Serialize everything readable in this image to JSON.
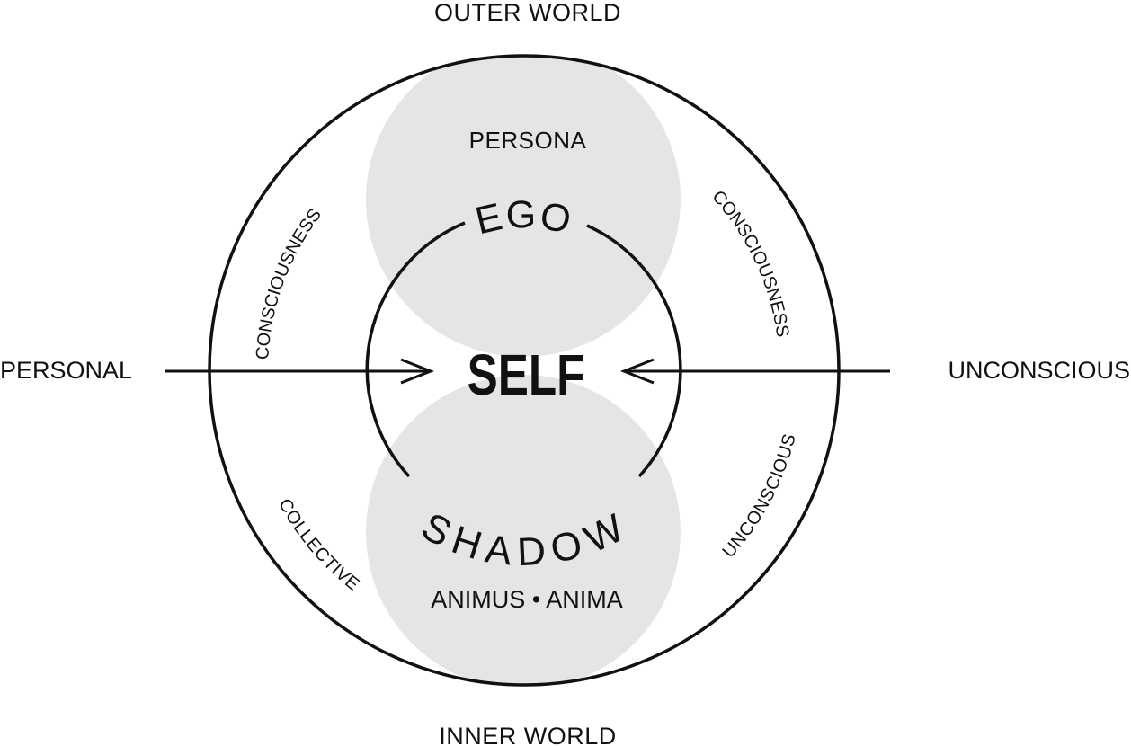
{
  "labels": {
    "outer_world": "OUTER WORLD",
    "inner_world": "INNER WORLD",
    "personal": "PERSONAL",
    "unconscious_right": "UNCONSCIOUS",
    "persona": "PERSONA",
    "ego": "EGO",
    "self": "SELF",
    "shadow": "SHADOW",
    "animus_anima": "ANIMUS • ANIMA",
    "consciousness_left": "CONSCIOUSNESS",
    "consciousness_right": "CONSCIOUSNESS",
    "collective": "COLLECTIVE",
    "unconscious_inner": "UNCONSCIOUS"
  },
  "colors": {
    "stroke": "#111111",
    "fill_gray": "#e4e5e6"
  }
}
